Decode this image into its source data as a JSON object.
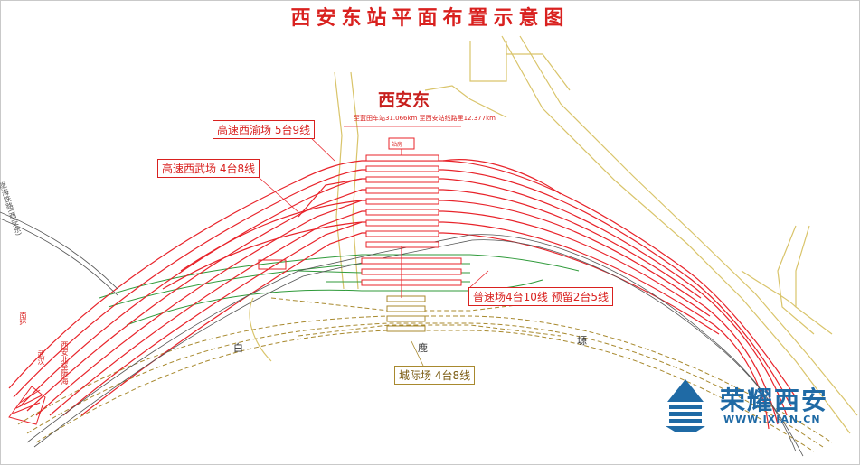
{
  "title": "西安东站平面布置示意图",
  "station": {
    "name": "西安东",
    "subtitle": "至蓝田车站31.066km  至西安站线路里12.377km",
    "platform_header": "站房"
  },
  "yards": [
    {
      "label": "高速西渝场 5台9线"
    },
    {
      "label": "高速西武场 4台8线"
    },
    {
      "label": "普速场4台10线 预留2台5线"
    },
    {
      "label": "城际场 4台8线"
    }
  ],
  "places": [
    "白",
    "鹿",
    "塬"
  ],
  "side_labels": {
    "left_top": "陇海铁路(西安东)",
    "left_1": "南环",
    "left_2": "武汉",
    "left_3": "西安北至陇海"
  },
  "watermark": {
    "text": "荣耀西安",
    "url": "WWW.IXIAN.CN"
  },
  "colors": {
    "rail": "#e8232a",
    "intercity": "#a8892e",
    "normal": "#2f9a3a",
    "road": "#d9c46a",
    "mark": "#1f6aa5"
  }
}
